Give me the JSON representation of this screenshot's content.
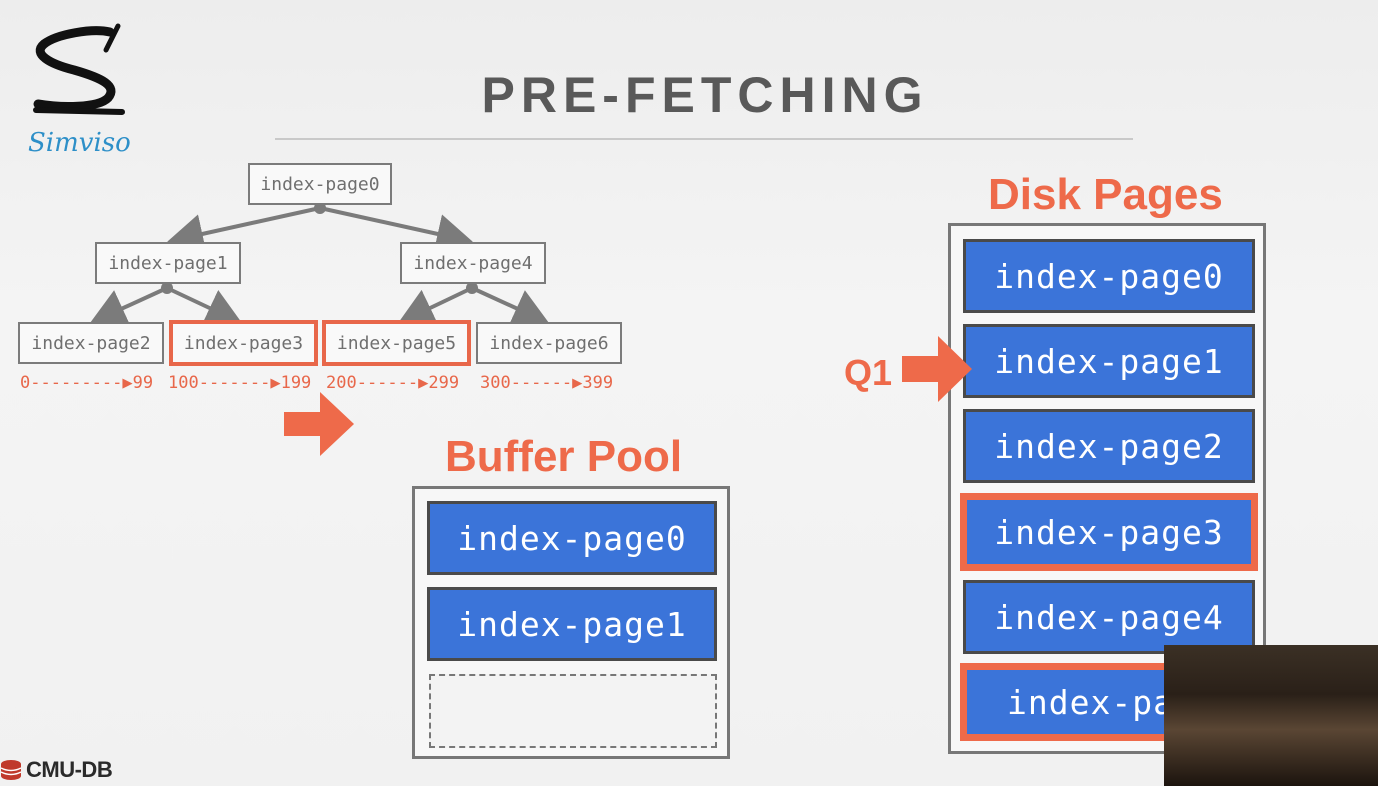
{
  "slide": {
    "title": "PRE-FETCHING",
    "logo_text": "Simviso",
    "footer_logo": "CMU-DB"
  },
  "tree": {
    "root": "index-page0",
    "level1": [
      "index-page1",
      "index-page4"
    ],
    "leaves": [
      "index-page2",
      "index-page3",
      "index-page5",
      "index-page6"
    ],
    "highlighted_leaves": [
      "index-page3",
      "index-page5"
    ],
    "ranges": [
      "0---------▶99",
      "100-------▶199",
      "200------▶299",
      "300------▶399"
    ]
  },
  "buffer_pool": {
    "heading": "Buffer Pool",
    "slots": [
      "index-page0",
      "index-page1",
      ""
    ]
  },
  "disk": {
    "heading": "Disk Pages",
    "pages": [
      "index-page0",
      "index-page1",
      "index-page2",
      "index-page3",
      "index-page4",
      "index-pag"
    ],
    "highlighted": [
      "index-page3",
      "index-pag"
    ],
    "query_label": "Q1"
  },
  "colors": {
    "accent": "#ee6a4a",
    "page_blue": "#3b74d9",
    "title_gray": "#595959"
  }
}
